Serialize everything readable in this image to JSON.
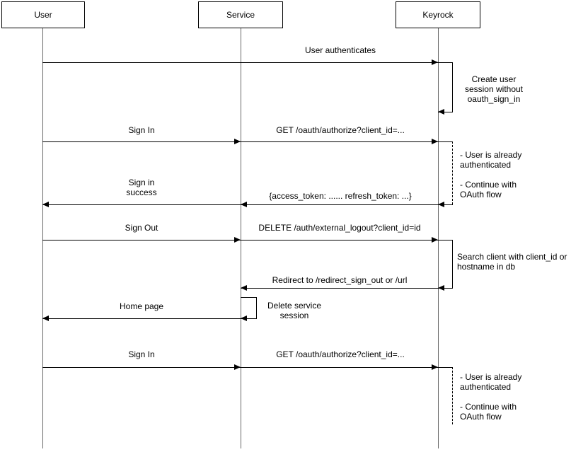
{
  "actors": [
    {
      "name": "User"
    },
    {
      "name": "Service"
    },
    {
      "name": "Keyrock"
    }
  ],
  "messages": {
    "user_authenticates": "User authenticates",
    "sign_in_first": "Sign In",
    "get_oauth_first": "GET /oauth/authorize?client_id=...",
    "sign_in_success": "Sign in\nsuccess",
    "access_token_response": "{access_token: ...... refresh_token: ...}",
    "sign_out": "Sign Out",
    "delete_external_logout": "DELETE /auth/external_logout?client_id=id",
    "redirect_sign_out": "Redirect to /redirect_sign_out or /url",
    "delete_service_session": "Delete service\nsession",
    "home_page": "Home page",
    "sign_in_second": "Sign In",
    "get_oauth_second": "GET /oauth/authorize?client_id=..."
  },
  "notes": {
    "create_user_session": "Create user\nsession without\noauth_sign_in",
    "already_authenticated_first": "- User is already\nauthenticated\n\n- Continue with\nOAuth flow",
    "search_client": "Search client with client_id or\nhostname in db",
    "already_authenticated_second": "- User is already\nauthenticated\n\n- Continue with\nOAuth flow"
  },
  "colors": {
    "message_line": "#000000",
    "lifeline": "#666666",
    "text": "#000000",
    "background": "#ffffff"
  }
}
